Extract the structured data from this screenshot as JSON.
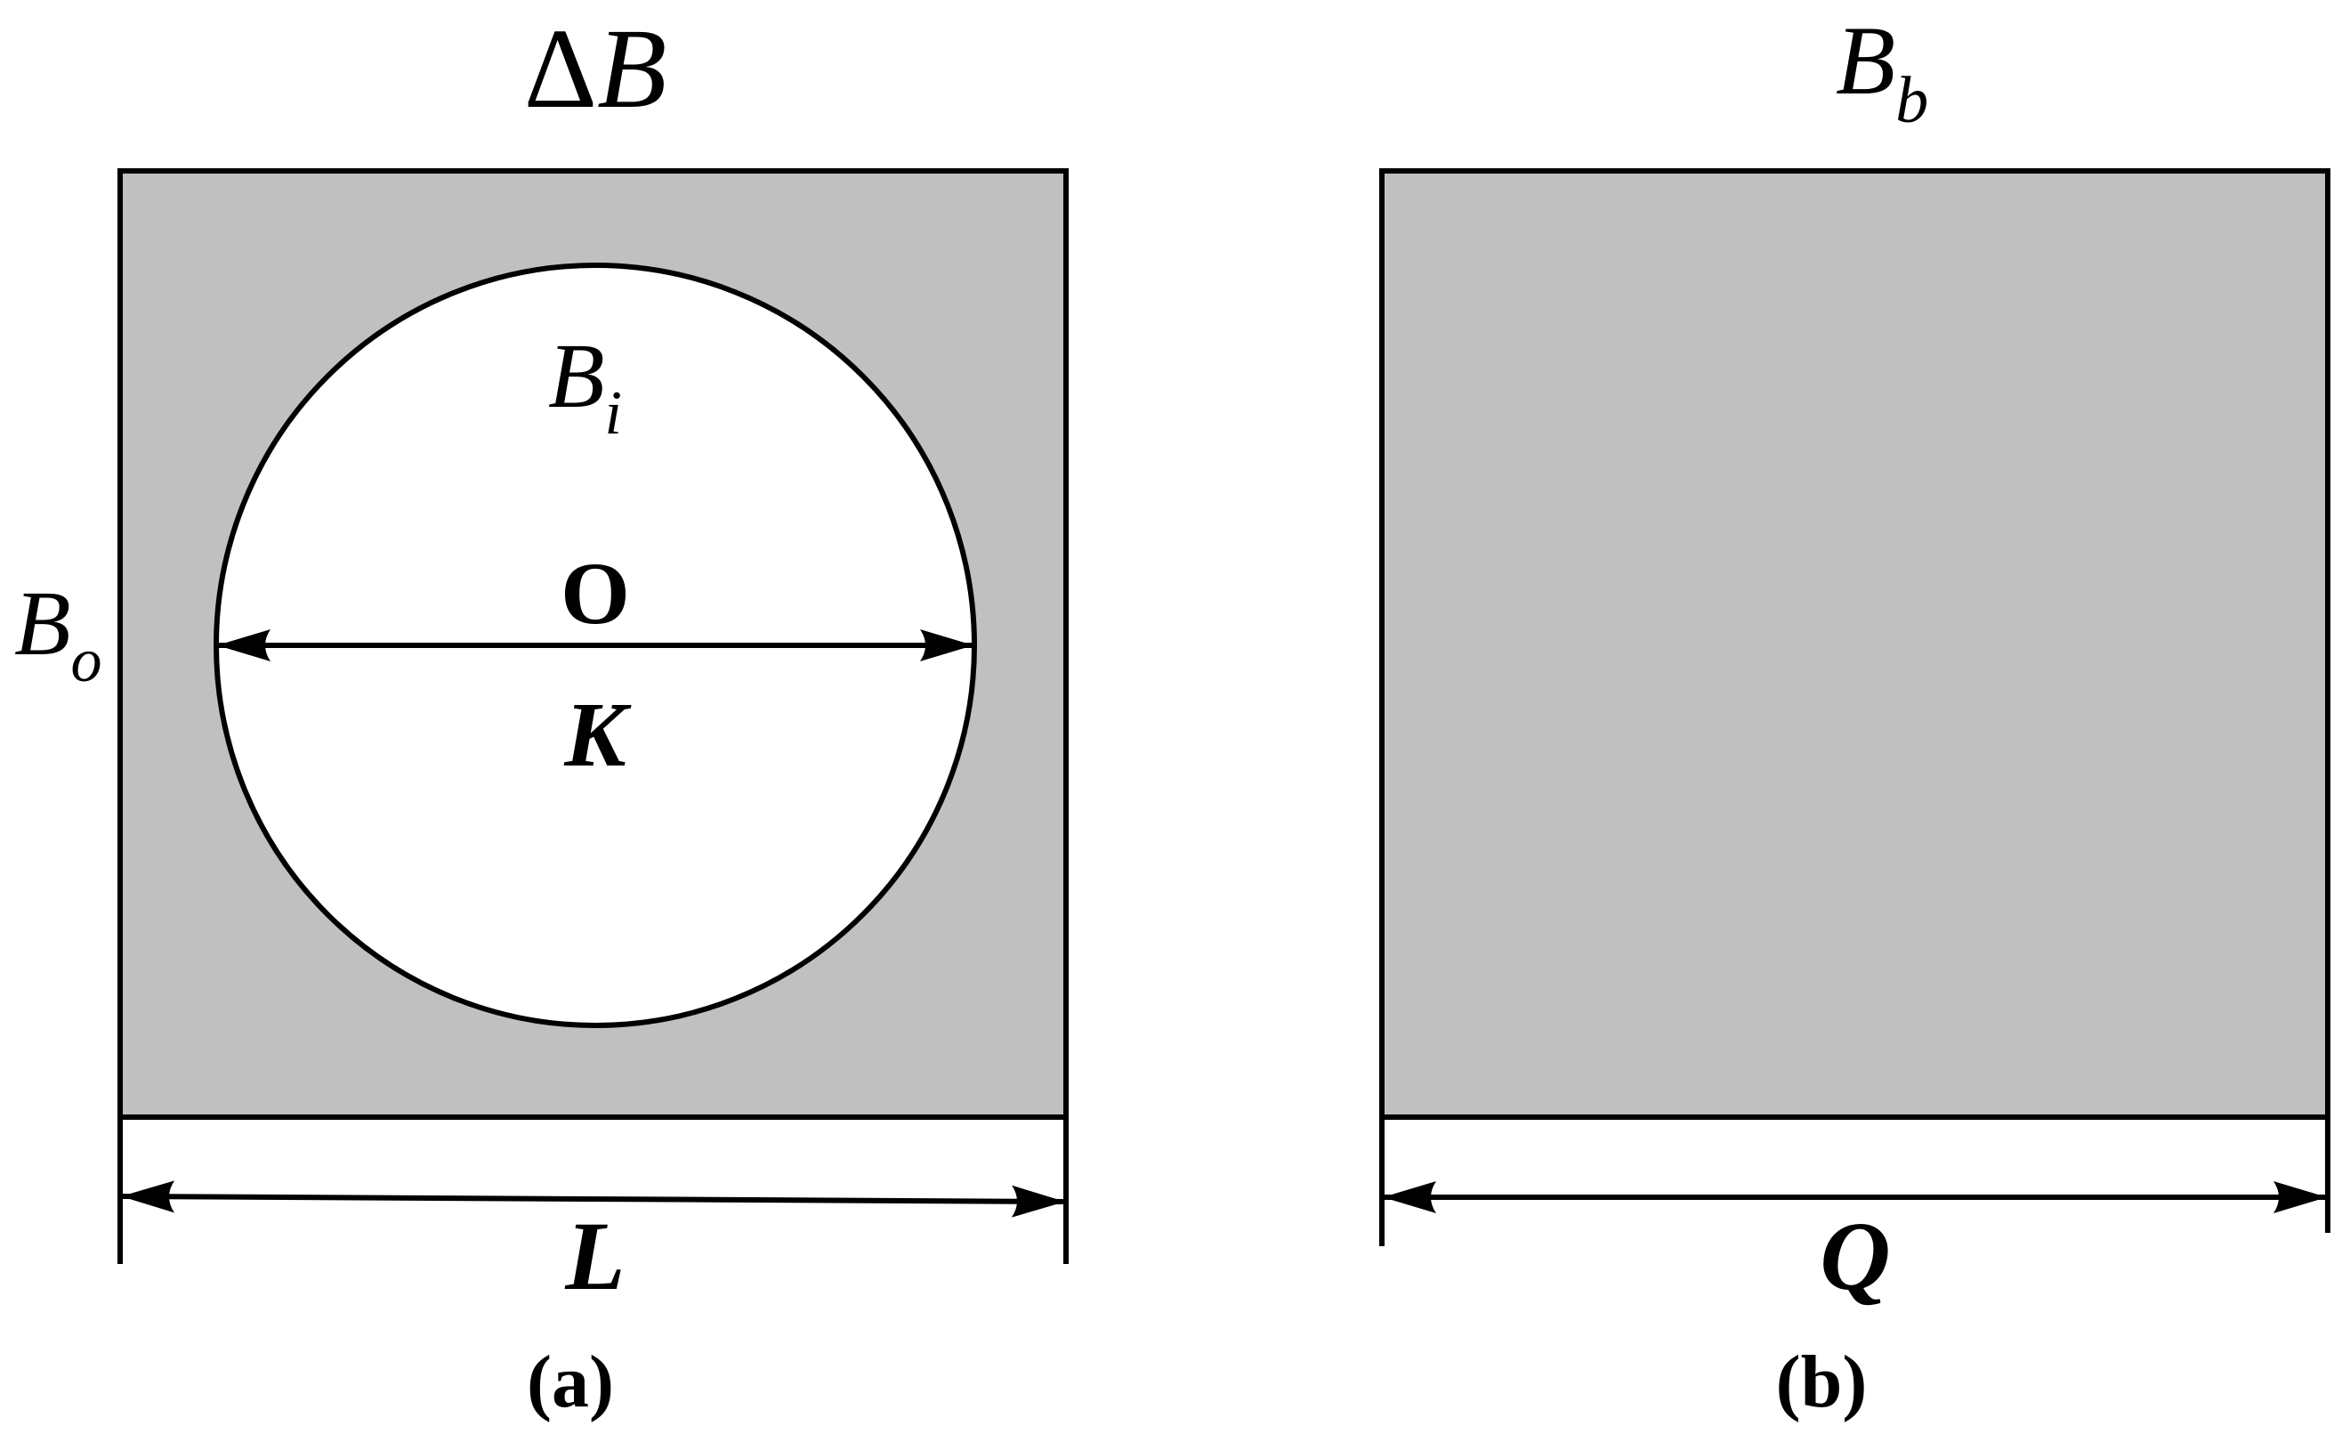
{
  "panel_a": {
    "top_label_delta": "Δ",
    "top_label_var": "B",
    "outer_label_var": "B",
    "outer_label_sub": "o",
    "inner_label_var": "B",
    "inner_label_sub": "i",
    "center_label": "O",
    "diameter_label": "K",
    "width_label": "L",
    "caption": "(a)"
  },
  "panel_b": {
    "top_label_var": "B",
    "top_label_sub": "b",
    "width_label": "Q",
    "caption": "(b)"
  },
  "colors": {
    "fill_gray": "#c0c0c0",
    "stroke": "#000000",
    "background": "#ffffff"
  }
}
